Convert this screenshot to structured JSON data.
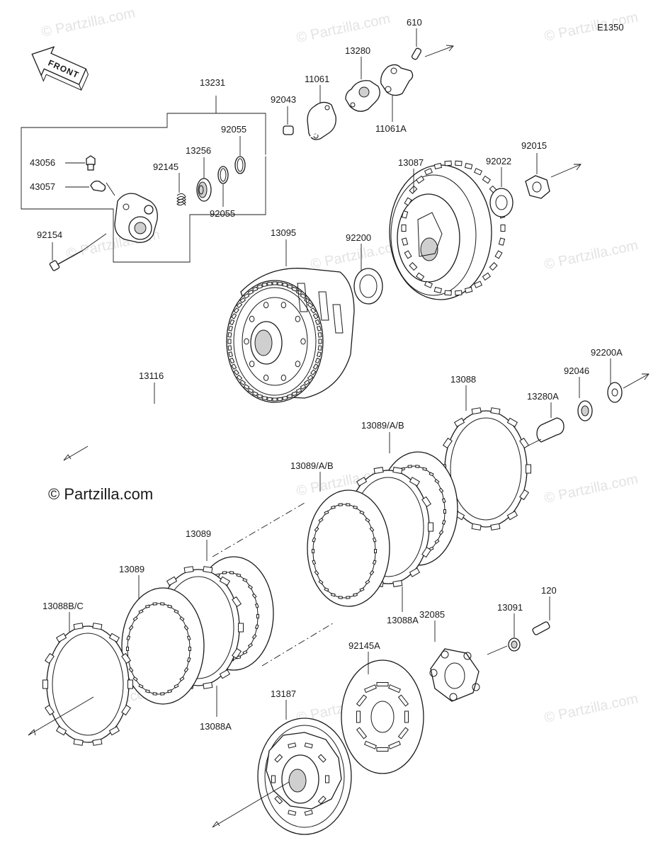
{
  "diagram_code": "E1350",
  "front_label": "FRONT",
  "brand": "© Partzilla.com",
  "watermark": "© Partzilla.com",
  "parts": [
    {
      "id": "p610",
      "label": "610"
    },
    {
      "id": "p13280",
      "label": "13280"
    },
    {
      "id": "p11061",
      "label": "11061"
    },
    {
      "id": "p92043",
      "label": "92043"
    },
    {
      "id": "p11061A",
      "label": "11061A"
    },
    {
      "id": "p13231",
      "label": "13231"
    },
    {
      "id": "p92055a",
      "label": "92055"
    },
    {
      "id": "p13256",
      "label": "13256"
    },
    {
      "id": "p92145",
      "label": "92145"
    },
    {
      "id": "p92055b",
      "label": "92055"
    },
    {
      "id": "p43056",
      "label": "43056"
    },
    {
      "id": "p43057",
      "label": "43057"
    },
    {
      "id": "p92154",
      "label": "92154"
    },
    {
      "id": "p13087",
      "label": "13087"
    },
    {
      "id": "p92022",
      "label": "92022"
    },
    {
      "id": "p92015",
      "label": "92015"
    },
    {
      "id": "p13095",
      "label": "13095"
    },
    {
      "id": "p92200",
      "label": "92200"
    },
    {
      "id": "p13116",
      "label": "13116"
    },
    {
      "id": "p13088",
      "label": "13088"
    },
    {
      "id": "p92200A",
      "label": "92200A"
    },
    {
      "id": "p92046",
      "label": "92046"
    },
    {
      "id": "p13280A",
      "label": "13280A"
    },
    {
      "id": "p13089ABa",
      "label": "13089/A/B"
    },
    {
      "id": "p13089ABb",
      "label": "13089/A/B"
    },
    {
      "id": "p13089a",
      "label": "13089"
    },
    {
      "id": "p13089b",
      "label": "13089"
    },
    {
      "id": "p13088BC",
      "label": "13088B/C"
    },
    {
      "id": "p13088Aa",
      "label": "13088A"
    },
    {
      "id": "p13088Ab",
      "label": "13088A"
    },
    {
      "id": "p32085",
      "label": "32085"
    },
    {
      "id": "p13091",
      "label": "13091"
    },
    {
      "id": "p120",
      "label": "120"
    },
    {
      "id": "p92145A",
      "label": "92145A"
    },
    {
      "id": "p13187",
      "label": "13187"
    }
  ]
}
